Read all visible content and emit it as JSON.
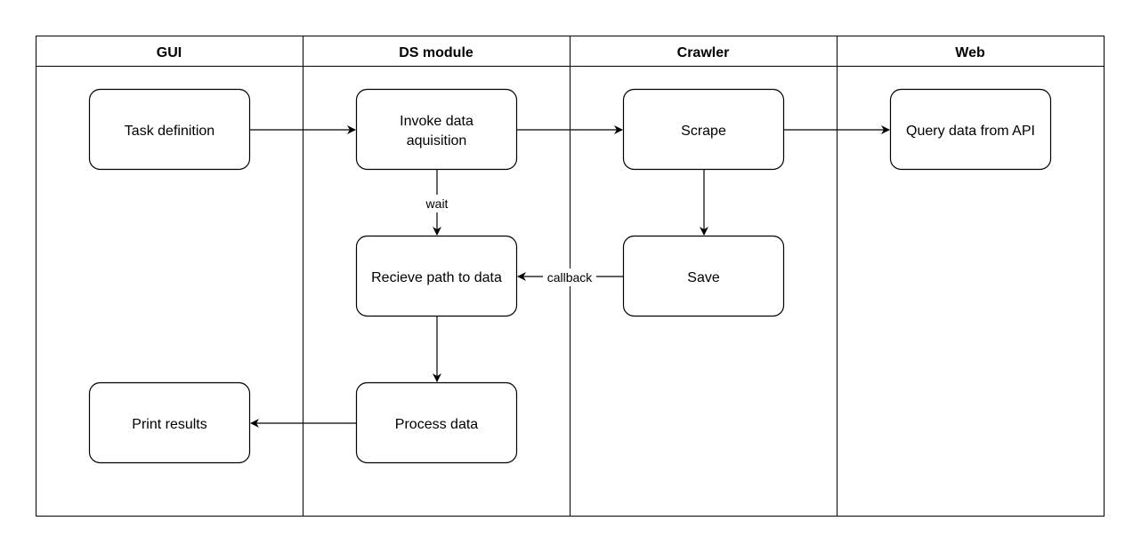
{
  "lanes": [
    {
      "id": "gui",
      "title": "GUI"
    },
    {
      "id": "ds",
      "title": "DS module"
    },
    {
      "id": "crawler",
      "title": "Crawler"
    },
    {
      "id": "web",
      "title": "Web"
    }
  ],
  "nodes": [
    {
      "id": "task",
      "lines": [
        "Task definition"
      ]
    },
    {
      "id": "invoke",
      "lines": [
        "Invoke data",
        "aquisition"
      ]
    },
    {
      "id": "scrape",
      "lines": [
        "Scrape"
      ]
    },
    {
      "id": "query",
      "lines": [
        "Query data from API"
      ]
    },
    {
      "id": "receive",
      "lines": [
        "Recieve path to data"
      ]
    },
    {
      "id": "save",
      "lines": [
        "Save"
      ]
    },
    {
      "id": "process",
      "lines": [
        "Process data"
      ]
    },
    {
      "id": "print",
      "lines": [
        "Print results"
      ]
    }
  ],
  "edges": [
    {
      "id": "task-invoke",
      "from": "task",
      "to": "invoke",
      "label": ""
    },
    {
      "id": "invoke-scrape",
      "from": "invoke",
      "to": "scrape",
      "label": ""
    },
    {
      "id": "scrape-query",
      "from": "scrape",
      "to": "query",
      "label": ""
    },
    {
      "id": "invoke-receive",
      "from": "invoke",
      "to": "receive",
      "label": "wait"
    },
    {
      "id": "scrape-save",
      "from": "scrape",
      "to": "save",
      "label": ""
    },
    {
      "id": "save-receive",
      "from": "save",
      "to": "receive",
      "label": "callback"
    },
    {
      "id": "receive-process",
      "from": "receive",
      "to": "process",
      "label": ""
    },
    {
      "id": "process-print",
      "from": "process",
      "to": "print",
      "label": ""
    }
  ],
  "colors": {
    "stroke": "#000000",
    "fill": "#ffffff",
    "text": "#000000"
  }
}
